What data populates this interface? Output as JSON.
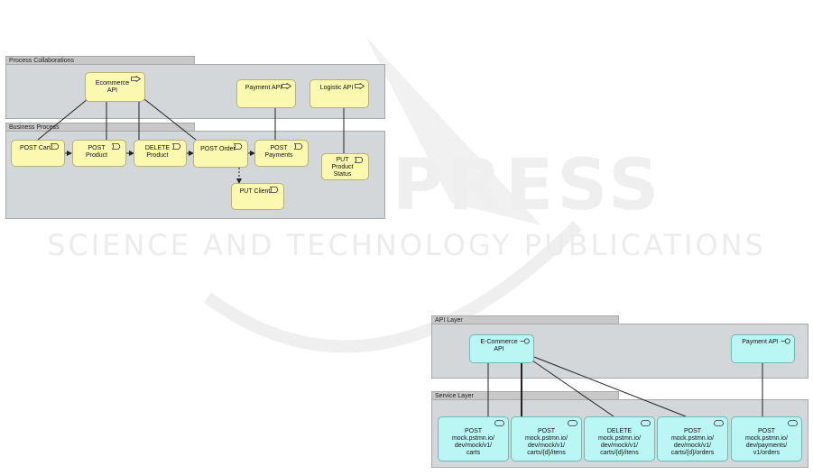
{
  "watermark": {
    "big": "SCITEPRESS",
    "sub": "SCIENCE AND TECHNOLOGY PUBLICATIONS"
  },
  "top_diagram": {
    "process_collab": {
      "title": "Process Collaborations",
      "nodes": [
        {
          "id": "ecommerce",
          "label": "Ecommerce\nAPI",
          "icon": "interface-arrow-icon"
        },
        {
          "id": "payment",
          "label": "Payment API",
          "icon": "interface-arrow-icon"
        },
        {
          "id": "logistic",
          "label": "Logistic API",
          "icon": "interface-arrow-icon"
        }
      ]
    },
    "business_process": {
      "title": "Business Process",
      "nodes": [
        {
          "id": "post-cart",
          "label": "POST Cart",
          "icon": "event-icon"
        },
        {
          "id": "post-product",
          "label": "POST\nProduct",
          "icon": "event-icon"
        },
        {
          "id": "delete-product",
          "label": "DELETE\nProduct",
          "icon": "event-icon"
        },
        {
          "id": "post-order",
          "label": "POST Order",
          "icon": "event-icon"
        },
        {
          "id": "post-payments",
          "label": "POST\nPayments",
          "icon": "event-icon"
        },
        {
          "id": "put-product-status",
          "label": "PUT\nProduct\nStatus",
          "icon": "event-icon"
        },
        {
          "id": "put-client",
          "label": "PUT Client",
          "icon": "event-icon"
        }
      ]
    }
  },
  "bottom_diagram": {
    "api_layer": {
      "title": "API Layer",
      "nodes": [
        {
          "id": "ecommerce-api",
          "label": "E-Commerce\nAPI",
          "icon": "lollipop-interface-icon"
        },
        {
          "id": "payment-api",
          "label": "Payment API",
          "icon": "lollipop-interface-icon"
        }
      ]
    },
    "service_layer": {
      "title": "Service Layer",
      "nodes": [
        {
          "id": "svc1",
          "label": "POST\nmock.pstmn.io/\ndev/mock/v1/\ncarts",
          "icon": "service-icon"
        },
        {
          "id": "svc2",
          "label": "POST\nmock.pstmn.io/\ndev/mock/v1/\ncarts/{d}/itens",
          "icon": "service-icon"
        },
        {
          "id": "svc3",
          "label": "DELETE\nmock.pstmn.io/\ndev/mock/v1/\ncarts/{d}/itens",
          "icon": "service-icon"
        },
        {
          "id": "svc4",
          "label": "POST\nmock.pstmn.io/\ndev/mock/v1/\ncarts/{d}/orders",
          "icon": "service-icon"
        },
        {
          "id": "svc5",
          "label": "POST\nmock.pstmn.io/\ndev/payments/\nv1/orders",
          "icon": "service-icon"
        }
      ]
    }
  },
  "colors": {
    "process_node": "#fbf8b0",
    "api_node": "#b9f6f4",
    "layer": "#d4d7d9",
    "tab": "#c8c8c8"
  }
}
